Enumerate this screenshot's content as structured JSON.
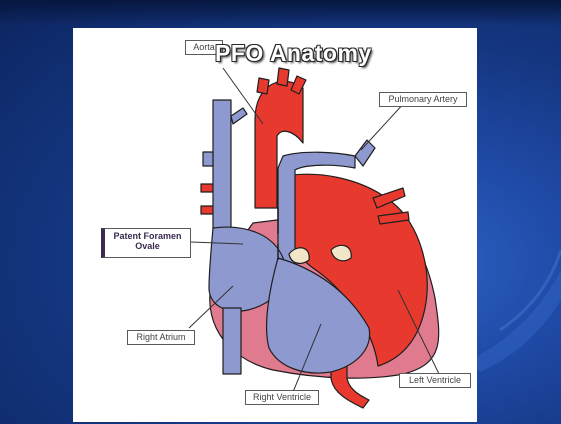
{
  "slide": {
    "title": "PFO Anatomy",
    "background_color": "#1f4aa6"
  },
  "diagram": {
    "labels": {
      "aorta": "Aorta",
      "pulmonary_artery": "Pulmonary Artery",
      "patent_foramen_ovale_line1": "Patent Foramen",
      "patent_foramen_ovale_line2": "Ovale",
      "right_atrium": "Right Atrium",
      "left_ventricle": "Left Ventricle",
      "right_ventricle": "Right Ventricle"
    },
    "colors": {
      "oxygenated": "#e8392f",
      "deoxygenated": "#8e99cf",
      "outline": "#1e1e1e",
      "valve": "#f1e6c8"
    }
  }
}
